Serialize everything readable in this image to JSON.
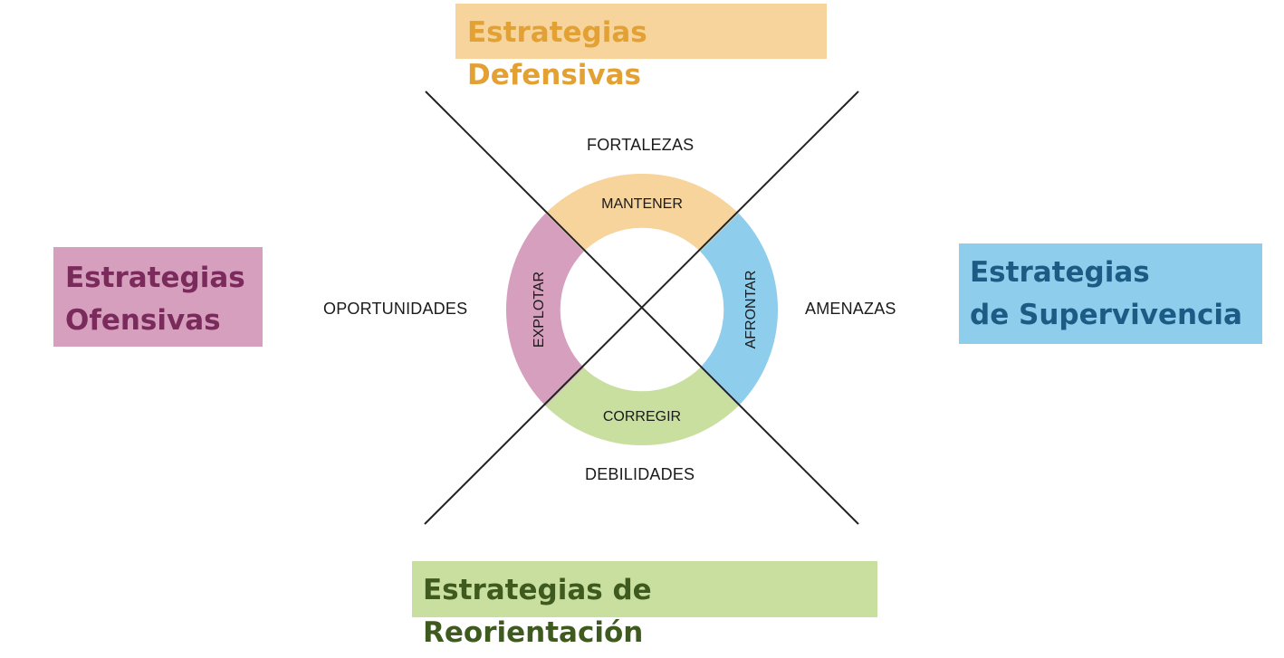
{
  "colors": {
    "defensive_bg": "#f6d49b",
    "defensive_text": "#e3a033",
    "offensive_bg": "#d69fbd",
    "offensive_text": "#7b2a5c",
    "survival_bg": "#8ecdeb",
    "survival_text": "#1c5b84",
    "reorientation_bg": "#c9dfa0",
    "reorientation_text": "#3f5a1e",
    "ring_top": "#f6d49b",
    "ring_left": "#d69fbd",
    "ring_right": "#8ecdeb",
    "ring_bottom": "#c9dfa0",
    "lines": "#222222"
  },
  "boxes": {
    "defensive": "Estrategias Defensivas",
    "offensive_line1": "Estrategias",
    "offensive_line2": "Ofensivas",
    "survival_line1": "Estrategias",
    "survival_line2": "de Supervivencia",
    "reorientation": "Estrategias de Reorientación"
  },
  "axes": {
    "top": "FORTALEZAS",
    "bottom": "DEBILIDADES",
    "left": "OPORTUNIDADES",
    "right": "AMENAZAS"
  },
  "ring": {
    "top": "MANTENER",
    "left": "EXPLOTAR",
    "right": "AFRONTAR",
    "bottom": "CORREGIR"
  }
}
